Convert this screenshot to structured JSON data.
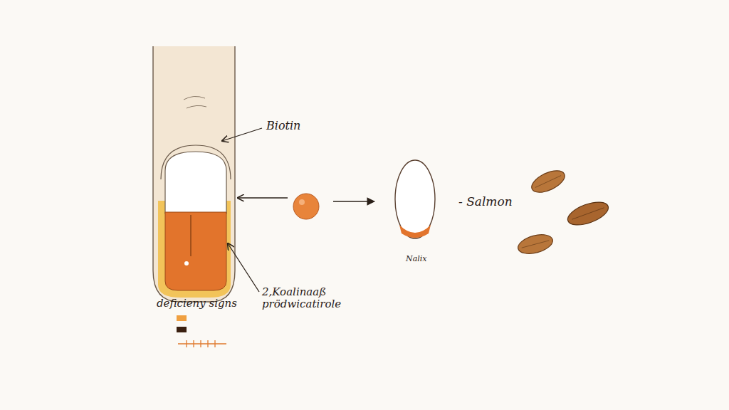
{
  "diagram": {
    "labels": [
      "Biotin",
      "2,Koalinaaß prödwicatirole",
      "deficieny signs",
      "Nalix",
      "- Salmon"
    ]
  }
}
